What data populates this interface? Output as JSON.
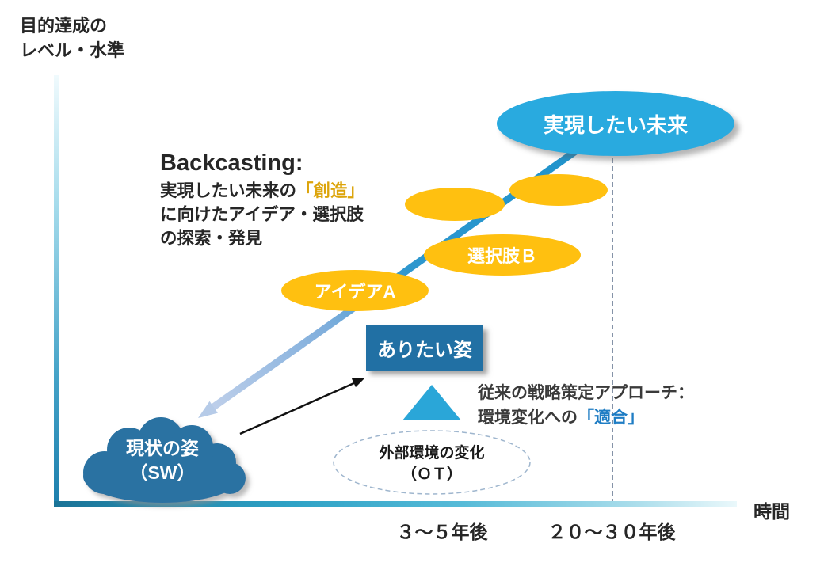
{
  "axes": {
    "y_label_line1": "目的達成の",
    "y_label_line2": "レベル・水準",
    "x_label": "時間",
    "tick_mid_term": "３～５年後",
    "tick_long_term": "２０～３０年後"
  },
  "backcasting_note": {
    "title": "Backcasting:",
    "line1_black": "実現したい未来の",
    "line1_gold": "「創造」",
    "line2": "に向けたアイデア・選択肢",
    "line3": "の探索・発見"
  },
  "nodes": {
    "future": "実現したい未来",
    "option_b": "選択肢Ｂ",
    "idea_a": "アイデアA",
    "desired_state": "ありたい姿",
    "current_state_line1": "現状の姿",
    "current_state_line2": "（SW）",
    "external_env_line1": "外部環境の変化",
    "external_env_line2": "（ＯＴ）"
  },
  "forecasting_note": {
    "line1": "従来の戦略策定アプローチ：",
    "line2_black": "環境変化への",
    "line2_blue": "「適合」"
  },
  "colors": {
    "future_ellipse": "#29AADF",
    "idea_ellipse": "#FFC010",
    "desired_box": "#2170A4",
    "current_cloud": "#2B72A2",
    "adaptation_triangle": "#2AA6D8",
    "backcast_line_start": "#1E93CC",
    "backcast_line_end": "#BECFEA",
    "gold_text": "#DCA40A",
    "blue_text": "#1F7DC4",
    "dashed_line": "#8593A8",
    "dotted_ellipse_border": "#9FB6CE"
  }
}
